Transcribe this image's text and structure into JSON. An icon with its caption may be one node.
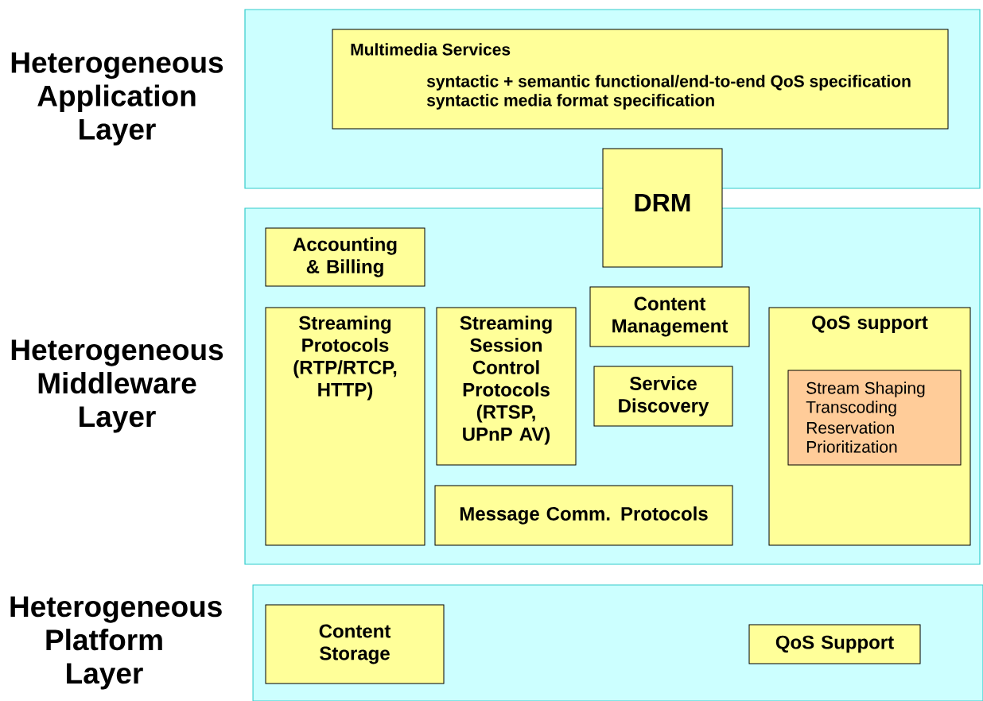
{
  "diagram": {
    "nodes": [
      {
        "text": [
          "Heterogeneous Application Layer"
        ]
      },
      {
        "text": [
          "Multimedia Services",
          "syntactic + semantic functional/end-to-end QoS specification",
          "syntactic media format specification"
        ],
        "in": 0
      },
      {
        "text": [
          "Heterogeneous Middleware Layer"
        ]
      },
      {
        "text": [
          "DRM"
        ]
      },
      {
        "text": [
          "Accounting & Billing"
        ],
        "in": 2
      },
      {
        "text": [
          "Streaming Protocols (RTP/RTCP, HTTP)"
        ],
        "in": 2
      },
      {
        "text": [
          "Streaming Session Control Protocols (RTSP, UPnP AV)"
        ],
        "in": 2
      },
      {
        "text": [
          "Content Management"
        ],
        "in": 2
      },
      {
        "text": [
          "Service Discovery"
        ],
        "in": 2
      },
      {
        "text": [
          "Message Comm. Protocols"
        ],
        "in": 2
      },
      {
        "text": [
          "QoS support"
        ],
        "in": 2
      },
      {
        "text": [
          "Stream Shaping",
          "Transcoding",
          "Reservation",
          "Prioritization"
        ],
        "in": 10
      },
      {
        "text": [
          "Heterogeneous Platform Layer"
        ]
      },
      {
        "text": [
          "Content Storage"
        ],
        "in": 12
      },
      {
        "text": [
          "QoS Support"
        ],
        "in": 12
      }
    ]
  }
}
